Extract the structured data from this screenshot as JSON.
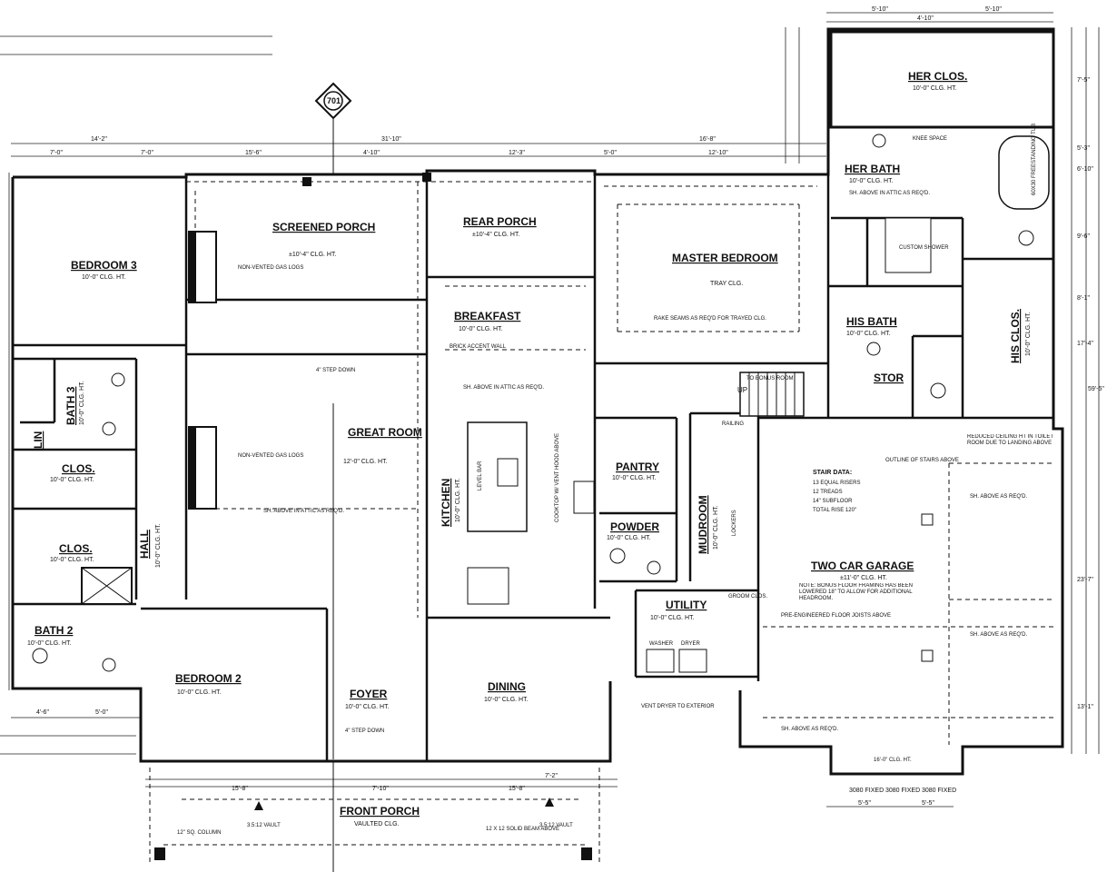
{
  "section_marker": "701",
  "rooms": {
    "her_clos": {
      "name": "HER CLOS.",
      "clg": "10'-0\" CLG. HT."
    },
    "her_bath": {
      "name": "HER BATH",
      "clg": "10'-0\" CLG. HT."
    },
    "bedroom3": {
      "name": "BEDROOM 3",
      "clg": "10'-0\" CLG. HT."
    },
    "screened_porch": {
      "name": "SCREENED PORCH",
      "clg": "±10'-4\" CLG. HT."
    },
    "rear_porch": {
      "name": "REAR PORCH",
      "clg": "±10'-4\" CLG. HT."
    },
    "master_bedroom": {
      "name": "MASTER BEDROOM",
      "clg": "TRAY CLG."
    },
    "breakfast": {
      "name": "BREAKFAST",
      "clg": "10'-0\" CLG. HT."
    },
    "his_bath": {
      "name": "HIS BATH",
      "clg": "10'-0\" CLG. HT."
    },
    "his_clos": {
      "name": "HIS CLOS.",
      "clg": "10'-0\" CLG. HT."
    },
    "stor": {
      "name": "STOR"
    },
    "bath3": {
      "name": "BATH 3",
      "clg": "10'-0\" CLG. HT."
    },
    "lin": {
      "name": "LIN"
    },
    "clos1": {
      "name": "CLOS.",
      "clg": "10'-0\" CLG. HT."
    },
    "clos2": {
      "name": "CLOS.",
      "clg": "10'-0\" CLG. HT."
    },
    "great_room": {
      "name": "GREAT ROOM",
      "clg": "12'-0\" CLG. HT."
    },
    "kitchen": {
      "name": "KITCHEN",
      "clg": "10'-0\" CLG. HT."
    },
    "pantry": {
      "name": "PANTRY",
      "clg": "10'-0\" CLG. HT."
    },
    "powder": {
      "name": "POWDER",
      "clg": "10'-0\" CLG. HT."
    },
    "mudroom": {
      "name": "MUDROOM",
      "clg": "10'-0\" CLG. HT."
    },
    "hall": {
      "name": "HALL",
      "clg": "10'-0\" CLG. HT."
    },
    "utility": {
      "name": "UTILITY",
      "clg": "10'-0\" CLG. HT."
    },
    "two_car_garage": {
      "name": "TWO CAR GARAGE",
      "clg": "±11'-0\" CLG. HT."
    },
    "bath2": {
      "name": "BATH 2",
      "clg": "10'-0\" CLG. HT."
    },
    "bedroom2": {
      "name": "BEDROOM 2",
      "clg": "10'-0\" CLG. HT."
    },
    "foyer": {
      "name": "FOYER",
      "clg": "10'-0\" CLG. HT."
    },
    "dining": {
      "name": "DINING",
      "clg": "10'-0\" CLG. HT."
    },
    "front_porch": {
      "name": "FRONT PORCH",
      "clg": "VAULTED CLG."
    }
  },
  "notes": {
    "stair_data_title": "STAIR DATA:",
    "stair_data_lines": [
      "13 EQUAL RISERS",
      "12 TREADS",
      "14\" SUBFLOOR",
      "TOTAL RISE 120\""
    ],
    "garage_note": "NOTE: BONUS FLOOR FRAMING HAS BEEN LOWERED 18\" TO ALLOW FOR ADDITIONAL HEADROOM.",
    "pre_eng": "PRE-ENGINEERED FLOOR JOISTS ABOVE",
    "sh_above": "SH. ABOVE AS REQ'D.",
    "sh_attic": "SH. ABOVE IN ATTIC AS REQ'D.",
    "non_vented": "NON-VENTED GAS LOGS",
    "step_down": "4\" STEP DOWN",
    "vent_dryer": "VENT DRYER TO EXTERIOR",
    "outline_stairs": "OUTLINE OF STAIRS ABOVE",
    "reduced_ceiling": "REDUCED CEILING HT IN TOILET ROOM DUE TO LANDING ABOVE",
    "brick_wall": "BRICK ACCENT WALL",
    "to_bonus": "TO BONUS ROOM",
    "up": "UP",
    "railing": "RAILING",
    "custom_shower": "CUSTOM SHOWER",
    "freestanding_tub": "60X30 FREESTANDING TUB",
    "garage_door_dim": "16'-0\" CLG. HT.",
    "knee_space": "KNEE SPACE",
    "washer": "WASHER",
    "dryer": "DRYER",
    "lockers": "LOCKERS",
    "groom_clos": "GROOM CLOS.",
    "level_bar": "LEVEL BAR",
    "cooktop": "COOKTOP W/ VENT HOOD ABOVE",
    "column": "12\" SQ. COLUMN",
    "vault": "3.5:12 VAULT",
    "beam": "12 X 12 SOLID BEAM ABOVE",
    "tray_note": "RAKE SEAMS AS REQ'D FOR TRAYED CLG."
  },
  "dimensions": {
    "top_row": [
      "14'-2\"",
      "31'-10\"",
      "16'-8\""
    ],
    "second_row": [
      "7'-0\"",
      "7'-0\"",
      "15'-6\"",
      "4'-10\"",
      "12'-3\"",
      "5'-0\"",
      "12'-10\""
    ],
    "top_right": [
      "5'-10\"",
      "5'-10\"",
      "4'-10\""
    ],
    "right_col": [
      "7'-5\"",
      "5'-3\"",
      "6'-10\"",
      "9'-6\"",
      "8'-1\"",
      "17'-4\"",
      "59'-5\"",
      "23'-7\"",
      "13'-1\""
    ],
    "bottom_row": [
      "4'-6\"",
      "5'-0\"",
      "15'-8\"",
      "7'-10\"",
      "15'-8\"",
      "7'-2\""
    ],
    "garage_windows": [
      "3080 FIXED",
      "3080 FIXED",
      "3080 FIXED"
    ],
    "garage_bottom": [
      "5'-5\"",
      "5'-5\""
    ]
  }
}
